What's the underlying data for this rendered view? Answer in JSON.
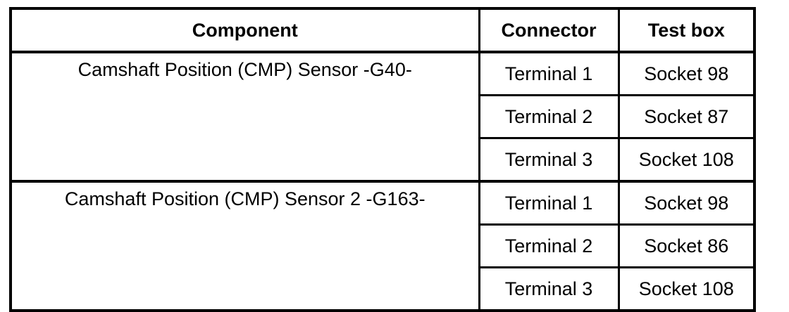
{
  "table": {
    "columns": [
      {
        "key": "component",
        "label": "Component"
      },
      {
        "key": "connector",
        "label": "Connector"
      },
      {
        "key": "testbox",
        "label": "Test box"
      }
    ],
    "groups": [
      {
        "component": "Camshaft Position (CMP) Sensor -G40-",
        "rows": [
          {
            "connector": "Terminal 1",
            "testbox": "Socket 98"
          },
          {
            "connector": "Terminal 2",
            "testbox": "Socket 87"
          },
          {
            "connector": "Terminal 3",
            "testbox": "Socket 108"
          }
        ]
      },
      {
        "component": "Camshaft Position (CMP) Sensor 2 -G163-",
        "rows": [
          {
            "connector": "Terminal 1",
            "testbox": "Socket 98"
          },
          {
            "connector": "Terminal 2",
            "testbox": "Socket 86"
          },
          {
            "connector": "Terminal 3",
            "testbox": "Socket 108"
          }
        ]
      }
    ]
  },
  "colors": {
    "border": "#000000",
    "text": "#000000",
    "background": "#ffffff"
  }
}
